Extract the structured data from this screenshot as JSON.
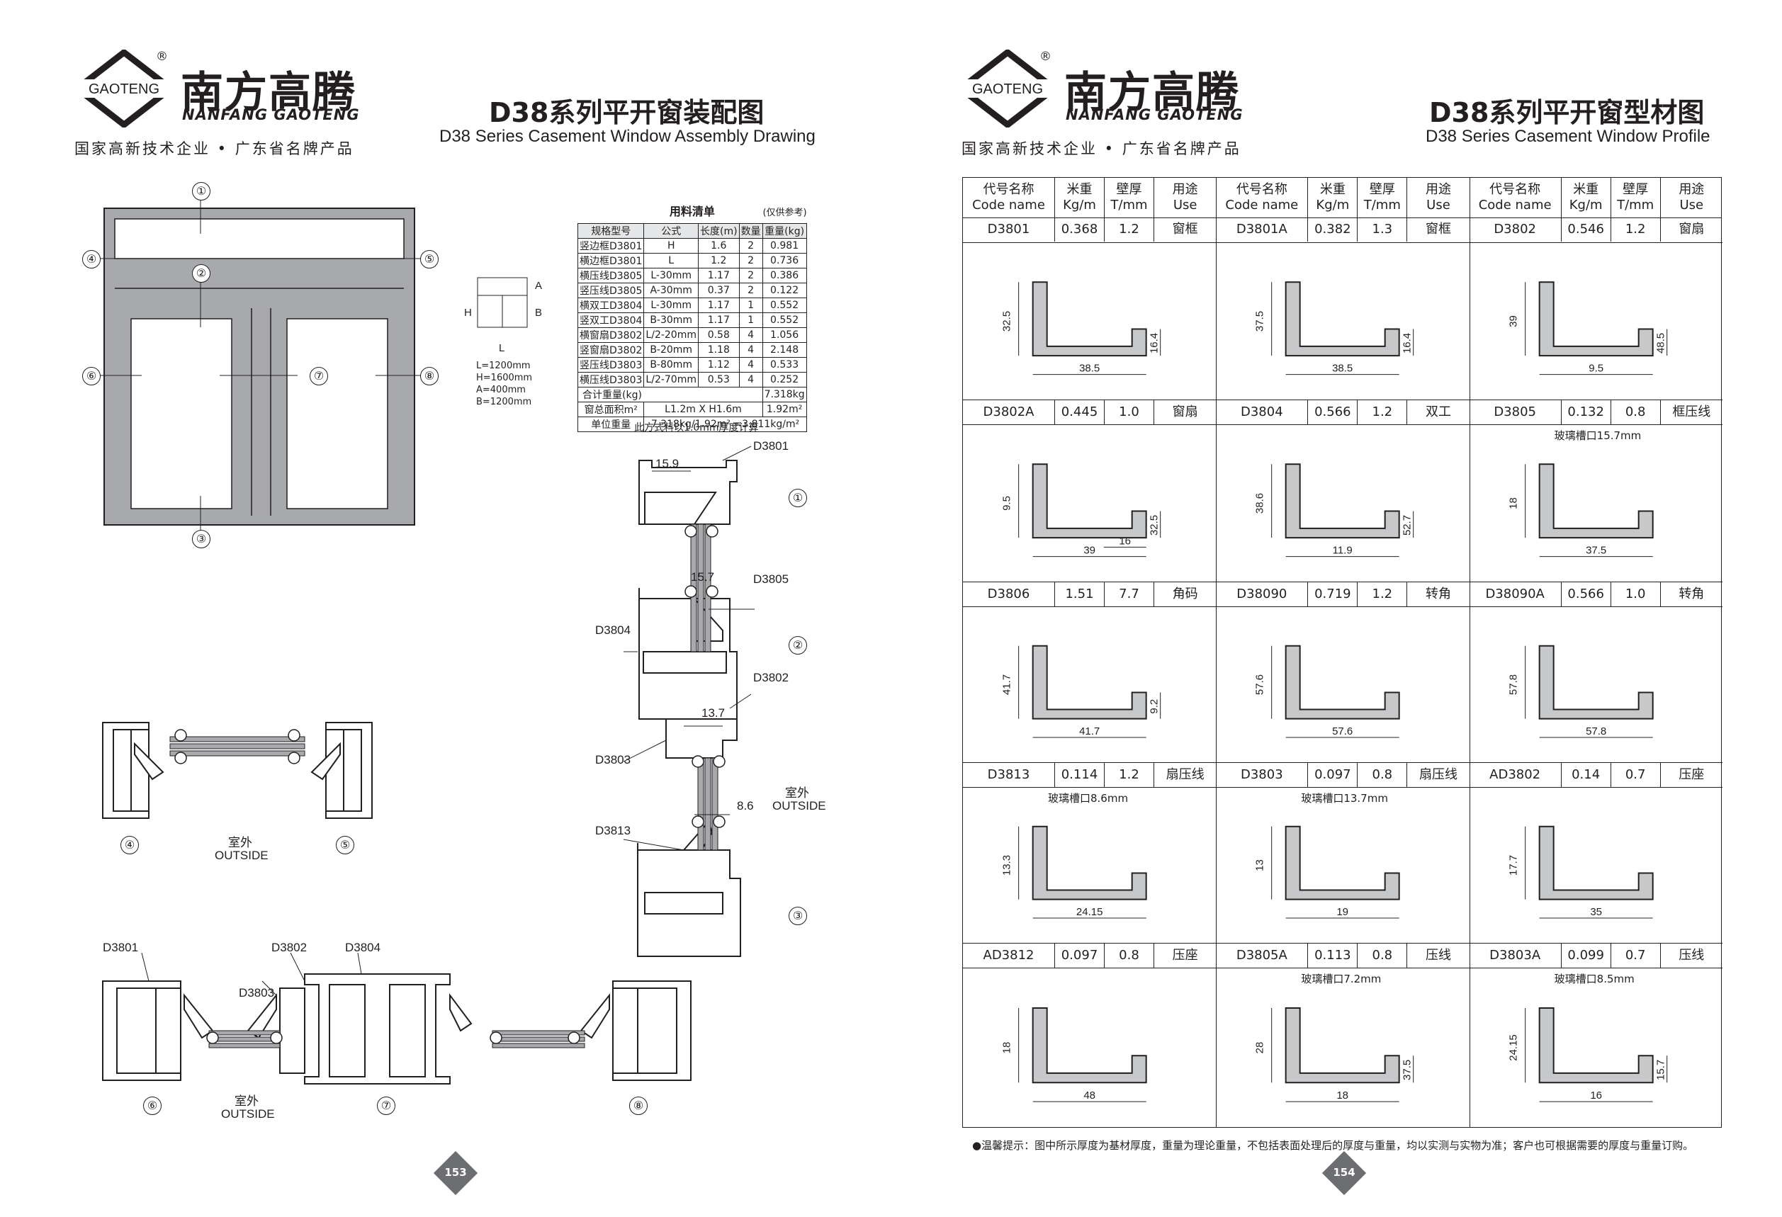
{
  "brand": {
    "logo_text": "GAOTENG",
    "name_cn": "南方高腾",
    "name_en": "NANFANG GAOTENG",
    "registered": "®",
    "slogan": "国家高新技术企业 • 广东省名牌产品"
  },
  "left_page": {
    "title_cn": "D38系列平开窗装配图",
    "title_en": "D38 Series Casement Window Assembly Drawing",
    "page_number": "153",
    "sketch": {
      "labels": [
        "A",
        "B",
        "H",
        "L"
      ],
      "dims": [
        "L=1200mm",
        "H=1600mm",
        "A=400mm",
        "B=1200mm"
      ]
    },
    "material_list": {
      "caption": "用料清单",
      "note": "(仅供参考)",
      "headers": [
        "规格型号",
        "公式",
        "长度(m)",
        "数量",
        "重量(kg)"
      ],
      "rows": [
        [
          "竖边框D3801",
          "H",
          "1.6",
          "2",
          "0.981"
        ],
        [
          "横边框D3801",
          "L",
          "1.2",
          "2",
          "0.736"
        ],
        [
          "横压线D3805",
          "L-30mm",
          "1.17",
          "2",
          "0.386"
        ],
        [
          "竖压线D3805",
          "A-30mm",
          "0.37",
          "2",
          "0.122"
        ],
        [
          "横双工D3804",
          "L-30mm",
          "1.17",
          "1",
          "0.552"
        ],
        [
          "竖双工D3804",
          "B-30mm",
          "1.17",
          "1",
          "0.552"
        ],
        [
          "横窗扇D3802",
          "L/2-20mm",
          "0.58",
          "4",
          "1.056"
        ],
        [
          "竖窗扇D3802",
          "B-20mm",
          "1.18",
          "4",
          "2.148"
        ],
        [
          "竖压线D3803",
          "B-80mm",
          "1.12",
          "4",
          "0.533"
        ],
        [
          "横压线D3803",
          "L/2-70mm",
          "0.53",
          "4",
          "0.252"
        ]
      ],
      "total_label": "合计重量(kg)",
      "total_value": "7.318kg",
      "area_label": "窗总面积m²",
      "area_formula": "L1.2m X H1.6m",
      "area_value": "1.92m²",
      "unit_label": "单位重量",
      "unit_value": "7.318kg/1.92m² =3.811kg/m²",
      "footer": "此方式料以1.0mm厚度计算"
    },
    "circled": [
      "①",
      "②",
      "③",
      "④",
      "⑤",
      "⑥",
      "⑦",
      "⑧"
    ],
    "section_labels": {
      "d3801": "D3801",
      "d3805": "D3805",
      "d3804": "D3804",
      "d3802": "D3802",
      "d3803": "D3803",
      "d3813": "D3813",
      "dim_159": "15.9",
      "dim_157": "15.7",
      "dim_137": "13.7",
      "dim_86": "8.6",
      "outside_cn": "室外",
      "outside_en": "OUTSIDE"
    }
  },
  "right_page": {
    "title_cn": "D38系列平开窗型材图",
    "title_en": "D38 Series Casement Window Profile",
    "page_number": "154",
    "headers": [
      {
        "cn": "代号名称",
        "en": "Code name"
      },
      {
        "cn": "米重",
        "en": "Kg/m"
      },
      {
        "cn": "壁厚",
        "en": "T/mm"
      },
      {
        "cn": "用途",
        "en": "Use"
      }
    ],
    "profiles": [
      {
        "code": "D3801",
        "kgm": "0.368",
        "t": "1.2",
        "use": "窗框",
        "dims": [
          "32.5",
          "38.5",
          "16.4"
        ]
      },
      {
        "code": "D3801A",
        "kgm": "0.382",
        "t": "1.3",
        "use": "窗框",
        "dims": [
          "37.5",
          "38.5",
          "16.4"
        ]
      },
      {
        "code": "D3802",
        "kgm": "0.546",
        "t": "1.2",
        "use": "窗扇",
        "dims": [
          "39",
          "9.5",
          "48.5"
        ]
      },
      {
        "code": "D3802A",
        "kgm": "0.445",
        "t": "1.0",
        "use": "窗扇",
        "dims": [
          "9.5",
          "39",
          "32.5",
          "16"
        ]
      },
      {
        "code": "D3804",
        "kgm": "0.566",
        "t": "1.2",
        "use": "双工",
        "dims": [
          "38.6",
          "11.9",
          "52.7"
        ]
      },
      {
        "code": "D3805",
        "kgm": "0.132",
        "t": "0.8",
        "use": "框压线",
        "slot": "玻璃槽口15.7mm",
        "dims": [
          "18",
          "37.5"
        ]
      },
      {
        "code": "D3806",
        "kgm": "1.51",
        "t": "7.7",
        "use": "角码",
        "dims": [
          "41.7",
          "41.7",
          "9.2"
        ]
      },
      {
        "code": "D38090",
        "kgm": "0.719",
        "t": "1.2",
        "use": "转角",
        "dims": [
          "57.6",
          "57.6"
        ]
      },
      {
        "code": "D38090A",
        "kgm": "0.566",
        "t": "1.0",
        "use": "转角",
        "dims": [
          "57.8",
          "57.8"
        ]
      },
      {
        "code": "D3813",
        "kgm": "0.114",
        "t": "1.2",
        "use": "扇压线",
        "slot": "玻璃槽口8.6mm",
        "dims": [
          "13.3",
          "24.15"
        ]
      },
      {
        "code": "D3803",
        "kgm": "0.097",
        "t": "0.8",
        "use": "扇压线",
        "slot": "玻璃槽口13.7mm",
        "dims": [
          "13",
          "19"
        ]
      },
      {
        "code": "AD3802",
        "kgm": "0.14",
        "t": "0.7",
        "use": "压座",
        "dims": [
          "17.7",
          "35"
        ]
      },
      {
        "code": "AD3812",
        "kgm": "0.097",
        "t": "0.8",
        "use": "压座",
        "dims": [
          "18",
          "48"
        ]
      },
      {
        "code": "D3805A",
        "kgm": "0.113",
        "t": "0.8",
        "use": "压线",
        "slot": "玻璃槽口7.2mm",
        "dims": [
          "28",
          "18",
          "37.5"
        ]
      },
      {
        "code": "D3803A",
        "kgm": "0.099",
        "t": "0.7",
        "use": "压线",
        "slot": "玻璃槽口8.5mm",
        "dims": [
          "24.15",
          "16",
          "15.7"
        ]
      }
    ],
    "footnote": "●温馨提示：图中所示厚度为基材厚度，重量为理论重量，不包括表面处理后的厚度与重量，均以实测与实物为准；客户也可根据需要的厚度与重量订购。"
  }
}
